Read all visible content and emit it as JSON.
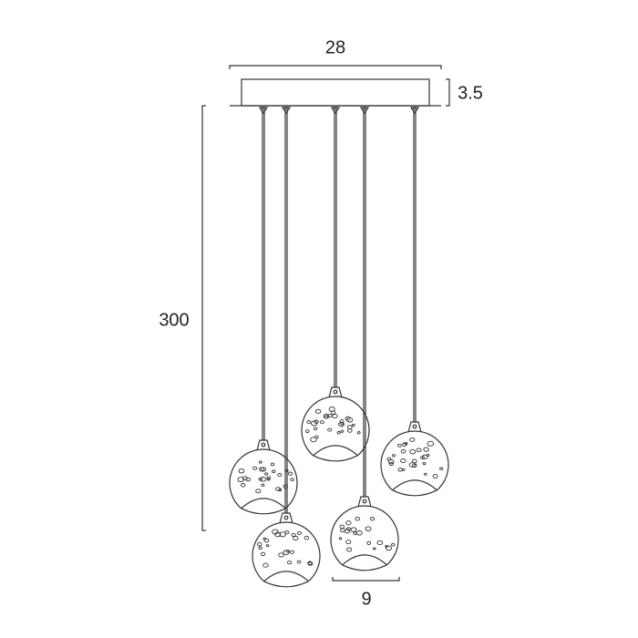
{
  "dimensions": {
    "canopy_width": "28",
    "canopy_height": "3.5",
    "overall_drop": "300",
    "shade_diameter": "9"
  },
  "pendant_count": 5,
  "colors": {
    "line": "#333333",
    "background": "#ffffff"
  }
}
